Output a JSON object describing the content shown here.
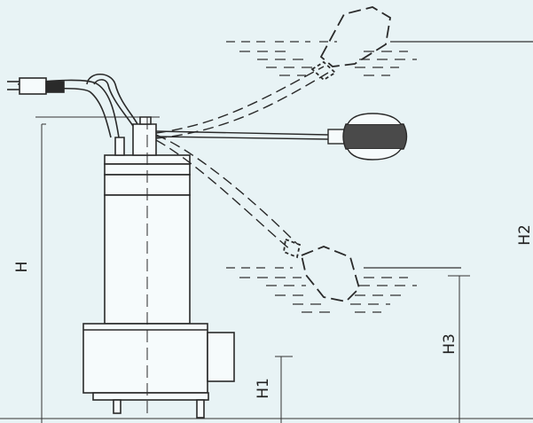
{
  "diagram": {
    "type": "technical-drawing",
    "subject": "submersible-pump-with-float-switch",
    "colors": {
      "background": "#e8f3f5",
      "line": "#2a2a2a",
      "pump_fill": "#f6fbfc",
      "float_fill": "#4a4a4a"
    },
    "dimensions": {
      "h": "H",
      "h1": "H1",
      "h2": "H2",
      "h3": "H3"
    }
  }
}
